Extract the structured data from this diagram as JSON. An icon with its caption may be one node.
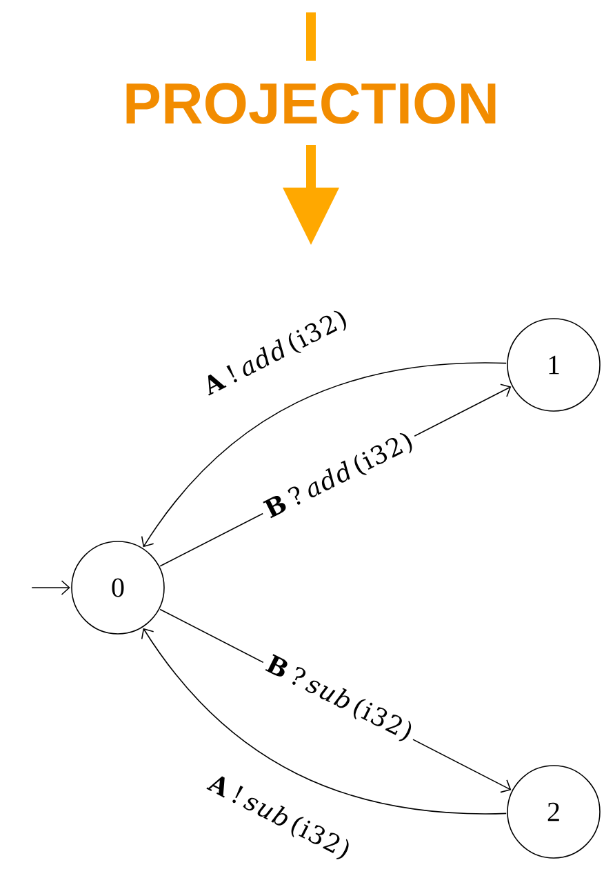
{
  "diagram": {
    "labels": [
      "PROJECTION"
    ],
    "nodes": [
      {
        "text": [
          "0"
        ]
      },
      {
        "text": [
          "1"
        ]
      },
      {
        "text": [
          "2"
        ]
      }
    ],
    "edges": [
      {
        "from": null,
        "to": 0,
        "arrow": "to"
      },
      {
        "from": 1,
        "to": 0,
        "arrow": "to",
        "label": "**A**!*add*(i32)"
      },
      {
        "from": 0,
        "to": 1,
        "arrow": "to",
        "label": "**B**?*add*(i32)"
      },
      {
        "from": 0,
        "to": 2,
        "arrow": "to",
        "label": "**B**?*sub*(i32)"
      },
      {
        "from": 2,
        "to": 0,
        "arrow": "to",
        "label": "**A**!*sub*(i32)"
      }
    ]
  }
}
